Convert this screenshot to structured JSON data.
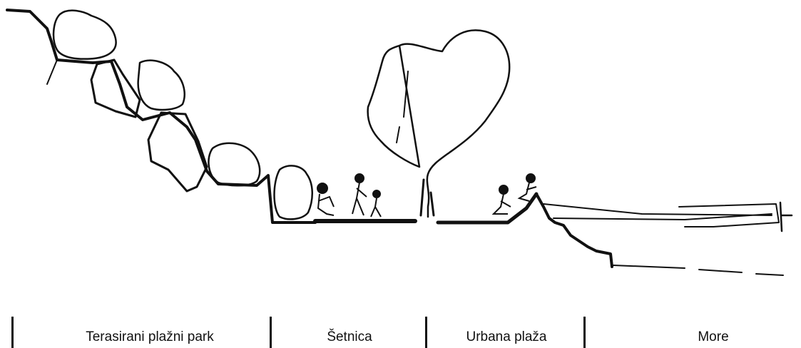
{
  "zones": [
    {
      "label": "Terasirani plažni park"
    },
    {
      "label": "Šetnica"
    },
    {
      "label": "Urbana plaža"
    },
    {
      "label": "More"
    }
  ],
  "colors": {
    "ink": "#111111",
    "background": "#ffffff"
  }
}
